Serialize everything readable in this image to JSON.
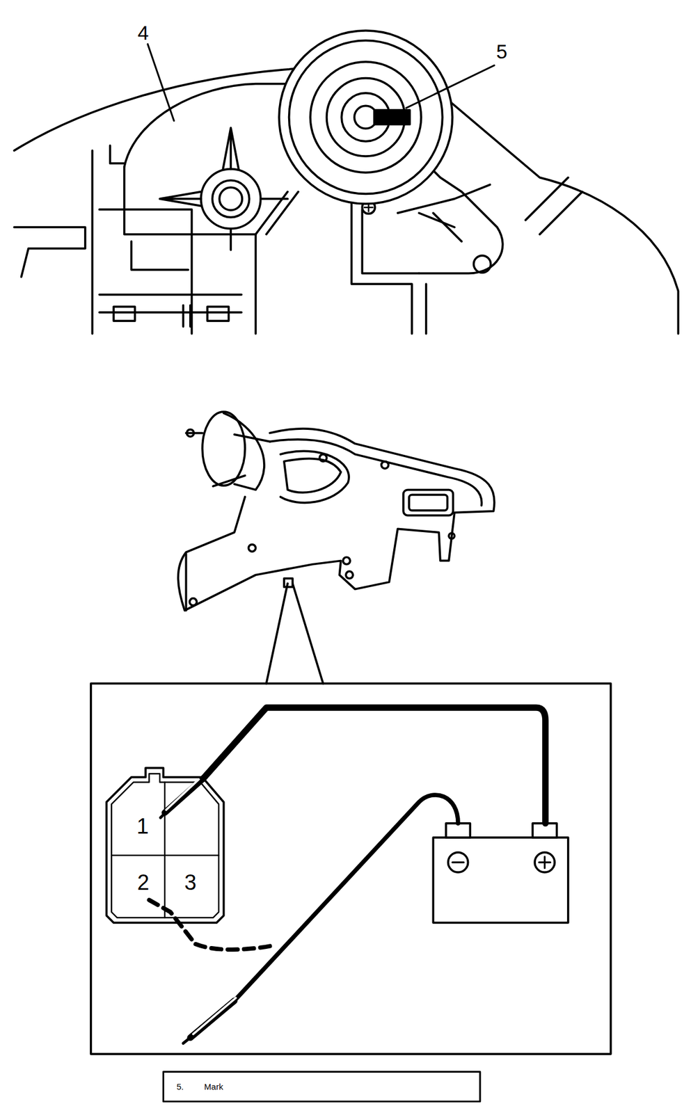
{
  "diagram": {
    "labels": [
      "4",
      "5",
      "1",
      "2",
      "3",
      "5.",
      "Mark"
    ]
  }
}
